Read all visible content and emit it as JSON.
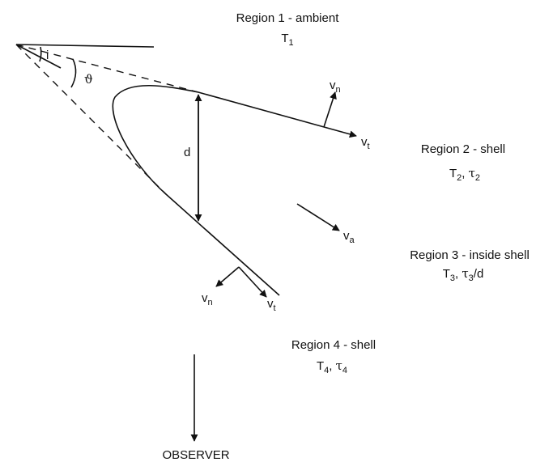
{
  "regions": [
    {
      "name": "Region 1 - ambient",
      "temp": "T",
      "temp_sub": "1"
    },
    {
      "name": "Region 2 - shell",
      "temp": "T",
      "temp_sub": "2",
      "tau": "τ",
      "tau_sub": "2"
    },
    {
      "name": "Region 3 - inside shell",
      "temp": "T",
      "temp_sub": "3",
      "tau": "τ",
      "tau_sub": "3",
      "tau_suffix": "/d"
    },
    {
      "name": "Region 4 - shell",
      "temp": "T",
      "temp_sub": "4",
      "tau": "τ",
      "tau_sub": "4"
    }
  ],
  "labels": {
    "angle_i": "i",
    "angle_theta": "ϑ",
    "distance": "d",
    "v": "v",
    "sub_n": "n",
    "sub_t": "t",
    "sub_a": "a",
    "comma": ",",
    "observer": "OBSERVER"
  }
}
